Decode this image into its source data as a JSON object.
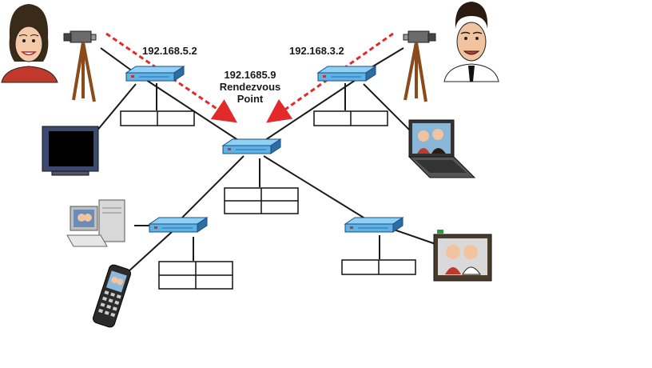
{
  "labels": {
    "left_router_ip": "192.168.5.2",
    "right_router_ip": "192.168.3.2",
    "rp_ip": "192.1685.9",
    "rp_line1": "Rendezvous",
    "rp_line2": "Point"
  },
  "icons": {
    "woman": "person-woman-icon",
    "man": "person-man-icon",
    "camera": "video-camera-tripod-icon",
    "router": "router-icon",
    "table": "routing-table-icon",
    "monitor": "crt-monitor-icon",
    "laptop": "laptop-icon",
    "pc": "desktop-pc-icon",
    "phone": "mobile-phone-icon",
    "tv": "video-display-icon"
  },
  "colors": {
    "router_blue": "#5fb2e8",
    "router_dark": "#2c6da3",
    "multicast_stream": "#e22a2a",
    "link": "#1a1a1a"
  }
}
